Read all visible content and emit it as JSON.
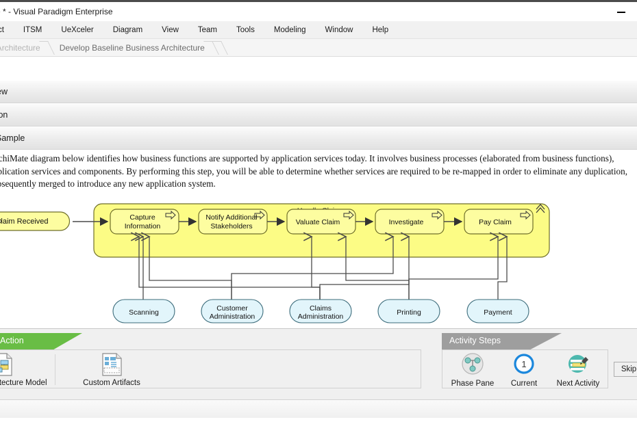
{
  "window": {
    "title": "ce * - Visual Paradigm Enterprise",
    "minimize_icon": "minimize-icon"
  },
  "menu": {
    "items": [
      {
        "label": "ject"
      },
      {
        "label": "ITSM"
      },
      {
        "label": "UeXceler"
      },
      {
        "label": "Diagram"
      },
      {
        "label": "View"
      },
      {
        "label": "Team"
      },
      {
        "label": "Tools"
      },
      {
        "label": "Modeling"
      },
      {
        "label": "Window"
      },
      {
        "label": "Help"
      }
    ]
  },
  "breadcrumb": {
    "items": [
      {
        "label": "siness Architecture",
        "state": "dim"
      },
      {
        "label": "Develop Baseline Business Architecture",
        "state": "active"
      }
    ]
  },
  "sections": [
    {
      "label": "view"
    },
    {
      "label": "uction"
    },
    {
      "label": "Sample"
    }
  ],
  "body": {
    "paragraph": "ArchiMate diagram below identifies how business functions are supported by application services today. It involves business processes (elaborated from business functions), application services and components. By performing this step, you will be able to determine whether services are required to be re-mapped in order to eliminate any duplication, subsequently merged to introduce any new application system."
  },
  "diagram": {
    "event": {
      "label": "Claim Received"
    },
    "group": {
      "label": "Handle Claims",
      "corner_icon": "chevron-up-icon"
    },
    "processes": [
      {
        "label_line1": "Capture",
        "label_line2": "Information"
      },
      {
        "label_line1": "Notify Additional",
        "label_line2": "Stakeholders"
      },
      {
        "label_line1": "Valuate Claim",
        "label_line2": ""
      },
      {
        "label_line1": "Investigate",
        "label_line2": ""
      },
      {
        "label_line1": "Pay Claim",
        "label_line2": ""
      }
    ],
    "services": [
      {
        "label_line1": "Scanning",
        "label_line2": ""
      },
      {
        "label_line1": "Customer",
        "label_line2": "Administration"
      },
      {
        "label_line1": "Claims",
        "label_line2": "Administration"
      },
      {
        "label_line1": "Printing",
        "label_line2": ""
      },
      {
        "label_line1": "Payment",
        "label_line2": ""
      }
    ],
    "colors": {
      "process_fill": "#fdfda0",
      "group_fill": "#fcfc85",
      "service_fill": "#e2f5fb",
      "line": "#5a5a5a"
    }
  },
  "action_panel": {
    "tab_label": "Action",
    "items": [
      {
        "label": "siness Architecture Model",
        "icon": "business-architecture-model-icon"
      },
      {
        "label": "Custom Artifacts",
        "icon": "custom-artifacts-icon"
      }
    ]
  },
  "activity_steps": {
    "tab_label": "Activity Steps",
    "items": [
      {
        "label": "Phase Pane",
        "icon": "phase-pane-icon",
        "badge": ""
      },
      {
        "label": "Current",
        "icon": "current-step-icon",
        "badge": "1"
      },
      {
        "label": "Next Activity",
        "icon": "next-activity-icon",
        "badge": ""
      }
    ],
    "skip_label": "Skip"
  },
  "colors": {
    "accent_green": "#69bd45",
    "accent_gray": "#9e9e9e",
    "accent_blue": "#1b87dc",
    "accent_teal": "#4db8ae"
  }
}
